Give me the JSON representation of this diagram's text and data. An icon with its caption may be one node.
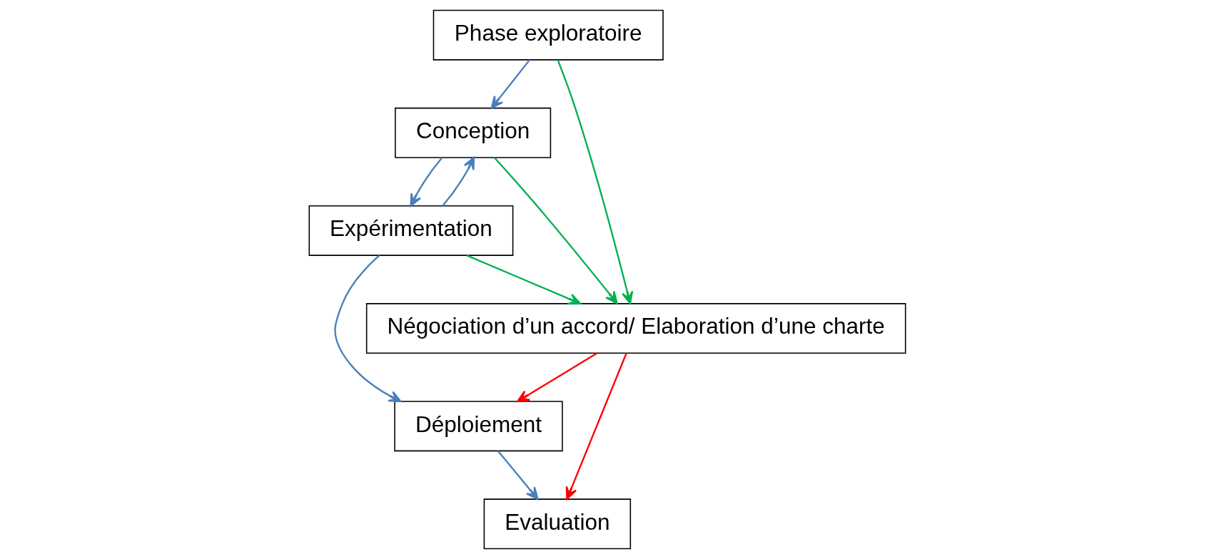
{
  "diagram": {
    "nodes": [
      {
        "text": [
          "Phase exploratoire"
        ]
      },
      {
        "text": [
          "Conception"
        ]
      },
      {
        "text": [
          "Expérimentation"
        ]
      },
      {
        "text": [
          "Négociation d’un accord/ Elaboration d’une charte"
        ]
      },
      {
        "text": [
          "Déploiement"
        ]
      },
      {
        "text": [
          "Evaluation"
        ]
      }
    ],
    "edges": [
      {
        "from": 0,
        "to": 1,
        "arrow": "to"
      },
      {
        "from": 0,
        "to": 3,
        "arrow": "to",
        "color": "#00b050"
      },
      {
        "from": 1,
        "to": 3,
        "arrow": "to",
        "color": "#00b050"
      },
      {
        "from": 1,
        "to": 2,
        "arrow": "to"
      },
      {
        "from": 2,
        "to": 1,
        "arrow": "to"
      },
      {
        "from": 2,
        "to": 3,
        "arrow": "to",
        "color": "#00b050"
      },
      {
        "from": 2,
        "to": 4,
        "arrow": "to"
      },
      {
        "from": 3,
        "to": 4,
        "arrow": "to",
        "color": "#ff0000"
      },
      {
        "from": 3,
        "to": 5,
        "arrow": "to",
        "color": "#ff0000"
      },
      {
        "from": 4,
        "to": 5,
        "arrow": "to"
      }
    ]
  }
}
